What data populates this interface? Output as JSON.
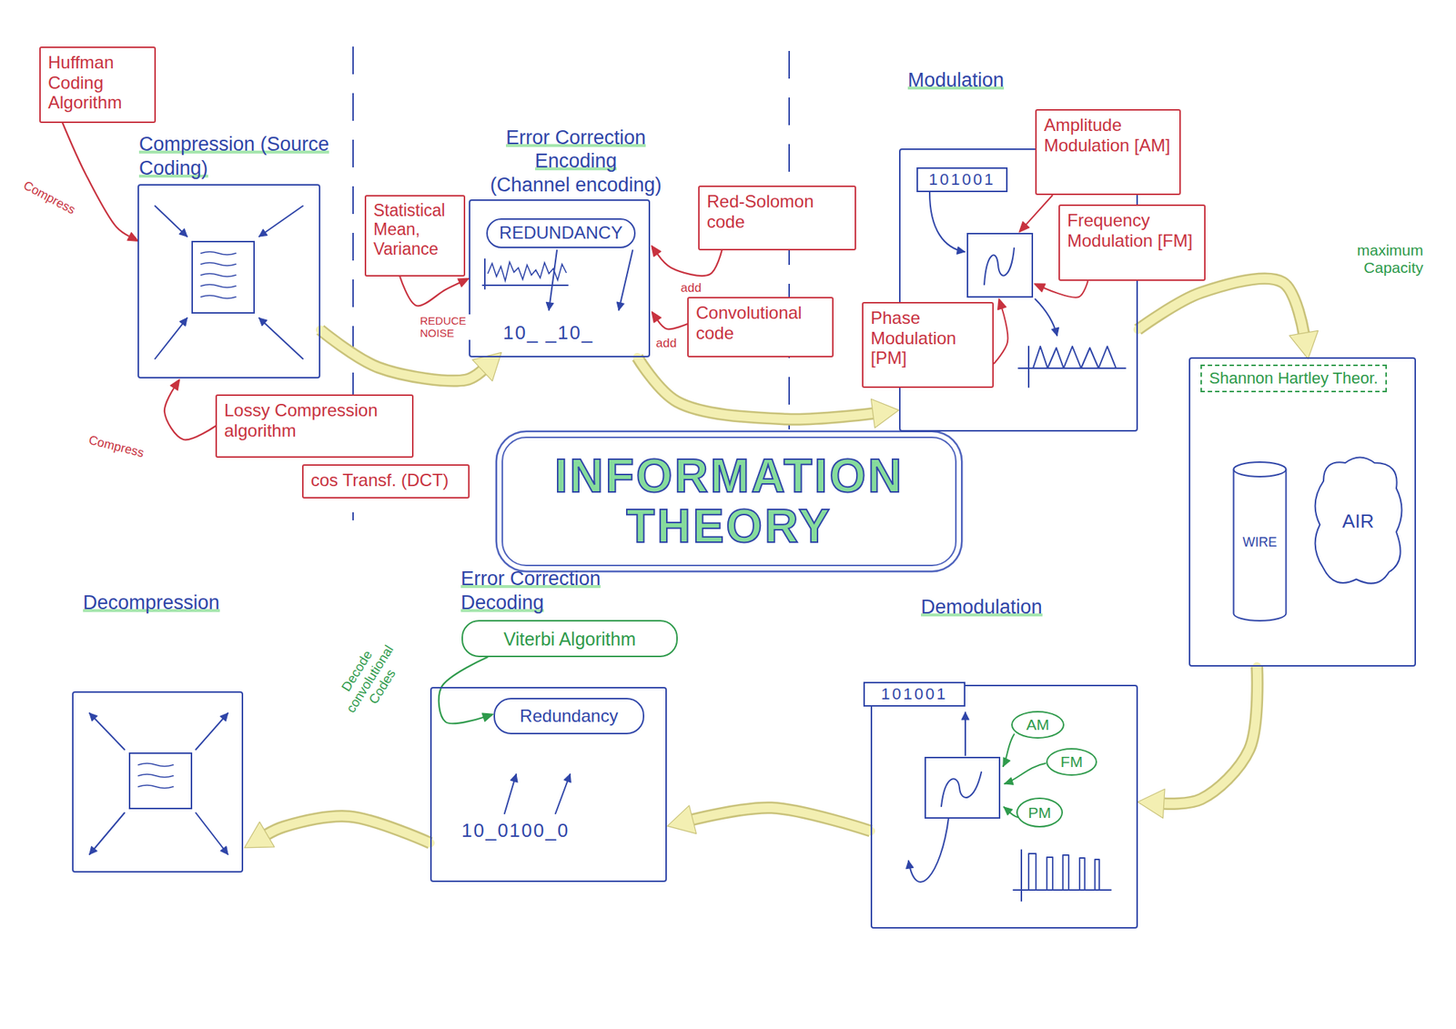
{
  "diagram": {
    "title": "INFORMATION THEORY",
    "nodes": [
      {
        "text": [
          "Huffman Coding Algorithm"
        ]
      },
      {
        "text": [
          "Compression (Source Coding)"
        ]
      },
      {
        "text": [
          "Lossy Compression algorithm"
        ]
      },
      {
        "text": [
          "cos Transf. (DCT)"
        ]
      },
      {
        "text": [
          "Error Correction Encoding",
          "(Channel encoding)"
        ]
      },
      {
        "text": [
          "REDUNDANCY"
        ],
        "in": 4
      },
      {
        "text": [
          "Statistical Mean, Variance"
        ]
      },
      {
        "text": [
          "Red-Solomon code"
        ]
      },
      {
        "text": [
          "Convolutional code"
        ]
      },
      {
        "text": [
          "Modulation"
        ]
      },
      {
        "text": [
          "101001"
        ],
        "in": 9
      },
      {
        "text": [
          "Amplitude Modulation [AM]"
        ]
      },
      {
        "text": [
          "Frequency Modulation [FM]"
        ]
      },
      {
        "text": [
          "Phase Modulation [PM]"
        ]
      },
      {
        "text": [
          "Shannon Hartley Theor."
        ]
      },
      {
        "text": [
          "WIRE"
        ],
        "in": 14
      },
      {
        "text": [
          "AIR"
        ],
        "in": 14
      },
      {
        "text": [
          "Demodulation"
        ]
      },
      {
        "text": [
          "101001"
        ],
        "in": 17
      },
      {
        "text": [
          "AM"
        ],
        "in": 17
      },
      {
        "text": [
          "FM"
        ],
        "in": 17
      },
      {
        "text": [
          "PM"
        ],
        "in": 17
      },
      {
        "text": [
          "Error Correction Decoding"
        ]
      },
      {
        "text": [
          "Viterbi Algorithm"
        ]
      },
      {
        "text": [
          "Redundancy"
        ],
        "in": 22
      },
      {
        "text": [
          "Decompression"
        ]
      }
    ],
    "edges": [
      {
        "from": 0,
        "to": 1,
        "arrow": "to",
        "label": "Compress"
      },
      {
        "from": 2,
        "to": 1,
        "arrow": "to",
        "label": "Compress"
      },
      {
        "from": 1,
        "to": 4,
        "arrow": "to"
      },
      {
        "from": 6,
        "to": 4,
        "arrow": "to",
        "label": "REDUCE NOISE"
      },
      {
        "from": 7,
        "to": 4,
        "arrow": "to",
        "label": "add"
      },
      {
        "from": 8,
        "to": 4,
        "arrow": "to",
        "label": "add"
      },
      {
        "from": 4,
        "to": 9,
        "arrow": "to"
      },
      {
        "from": 9,
        "to": 14,
        "arrow": "to",
        "label": "maximum Capacity"
      },
      {
        "from": 14,
        "to": 17,
        "arrow": "to"
      },
      {
        "from": 17,
        "to": 22,
        "arrow": "to"
      },
      {
        "from": 23,
        "to": 24,
        "arrow": "to",
        "label": "Decode convolutional Codes"
      },
      {
        "from": 22,
        "to": 25,
        "arrow": "to"
      }
    ],
    "labels": [
      "10_ _10_",
      "10_0100_0"
    ]
  }
}
